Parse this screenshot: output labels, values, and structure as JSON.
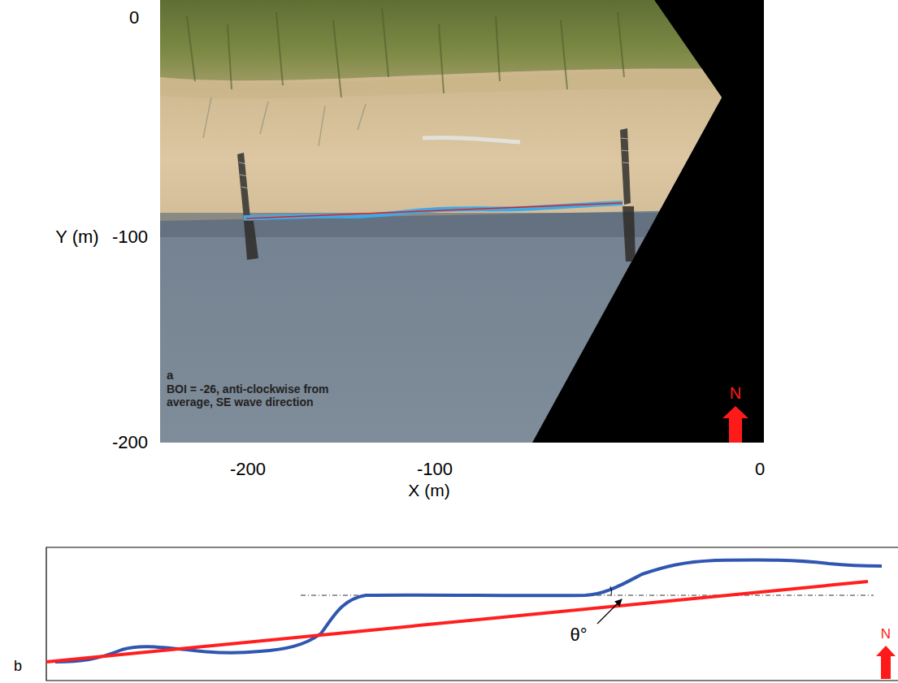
{
  "diagram": {
    "labels": [
      "0",
      "Y (m)",
      "-100",
      "-200",
      "-200",
      "-100",
      "0",
      "X (m)",
      "a",
      "BOI = -26, anti-clockwise from average, SE wave direction",
      "N",
      "b",
      "θ°",
      "N"
    ]
  }
}
